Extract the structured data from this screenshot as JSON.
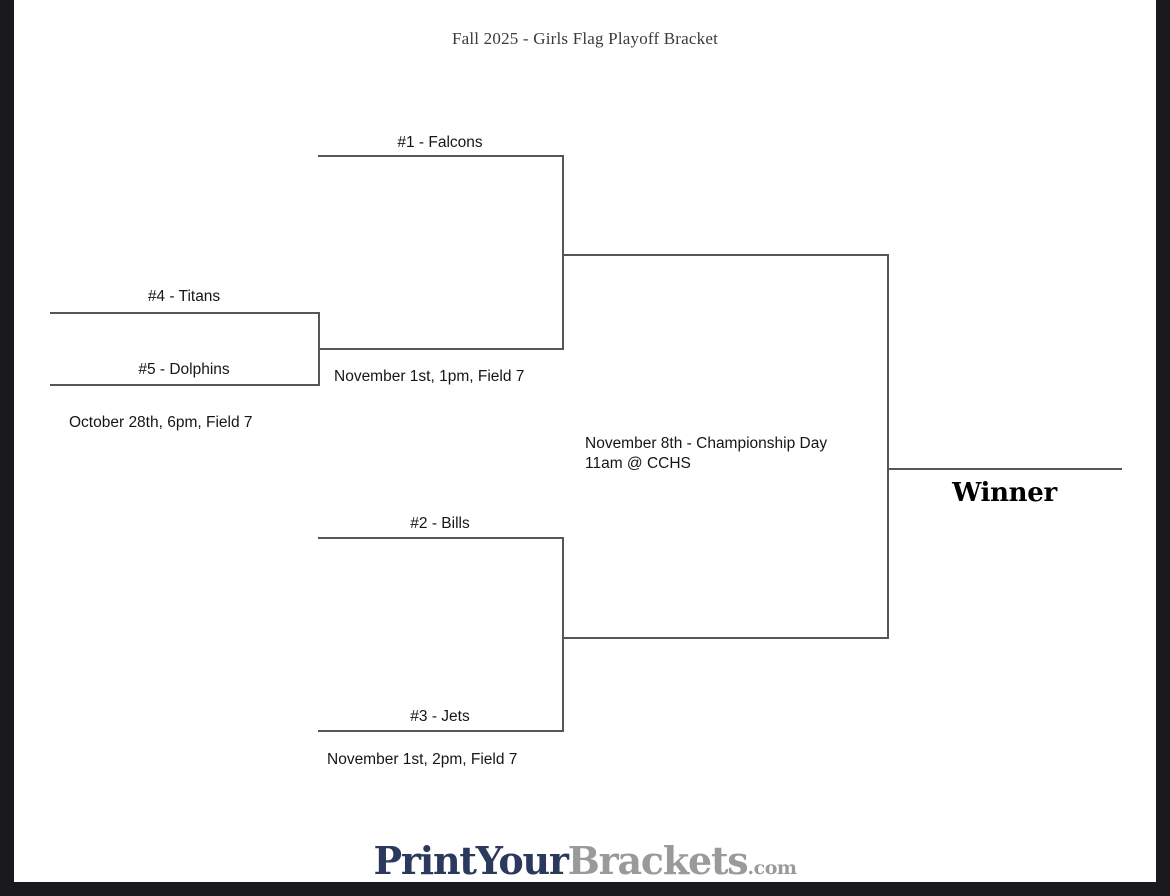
{
  "page": {
    "title": "Fall 2025 - Girls Flag Playoff Bracket",
    "frame_color": "#1a1a1c",
    "sheet_color": "#ffffff",
    "line_color": "#565656"
  },
  "bracket": {
    "round1": {
      "slots": [
        {
          "name": "slot-titans",
          "label": "#4 - Titans"
        },
        {
          "name": "slot-dolphins",
          "label": "#5 - Dolphins"
        }
      ],
      "game_info": "October 28th, 6pm, Field 7"
    },
    "semifinal_top": {
      "slots": [
        {
          "name": "slot-falcons",
          "label": "#1 - Falcons"
        },
        {
          "name": "slot-winner-r1",
          "label": ""
        }
      ],
      "game_info": "November 1st, 1pm, Field 7"
    },
    "semifinal_bottom": {
      "slots": [
        {
          "name": "slot-bills",
          "label": "#2 - Bills"
        },
        {
          "name": "slot-jets",
          "label": "#3 - Jets"
        }
      ],
      "game_info": "November 1st, 2pm, Field 7"
    },
    "final": {
      "game_info_line1": "November 8th - Championship Day",
      "game_info_line2": "11am @ CCHS",
      "winner_label": "Winner"
    }
  },
  "footer": {
    "logo_part1": "PrintYour",
    "logo_part2": "Brackets",
    "logo_suffix": ".com",
    "color_navy": "#2b3a5c",
    "color_gray": "#9a9a9a"
  }
}
